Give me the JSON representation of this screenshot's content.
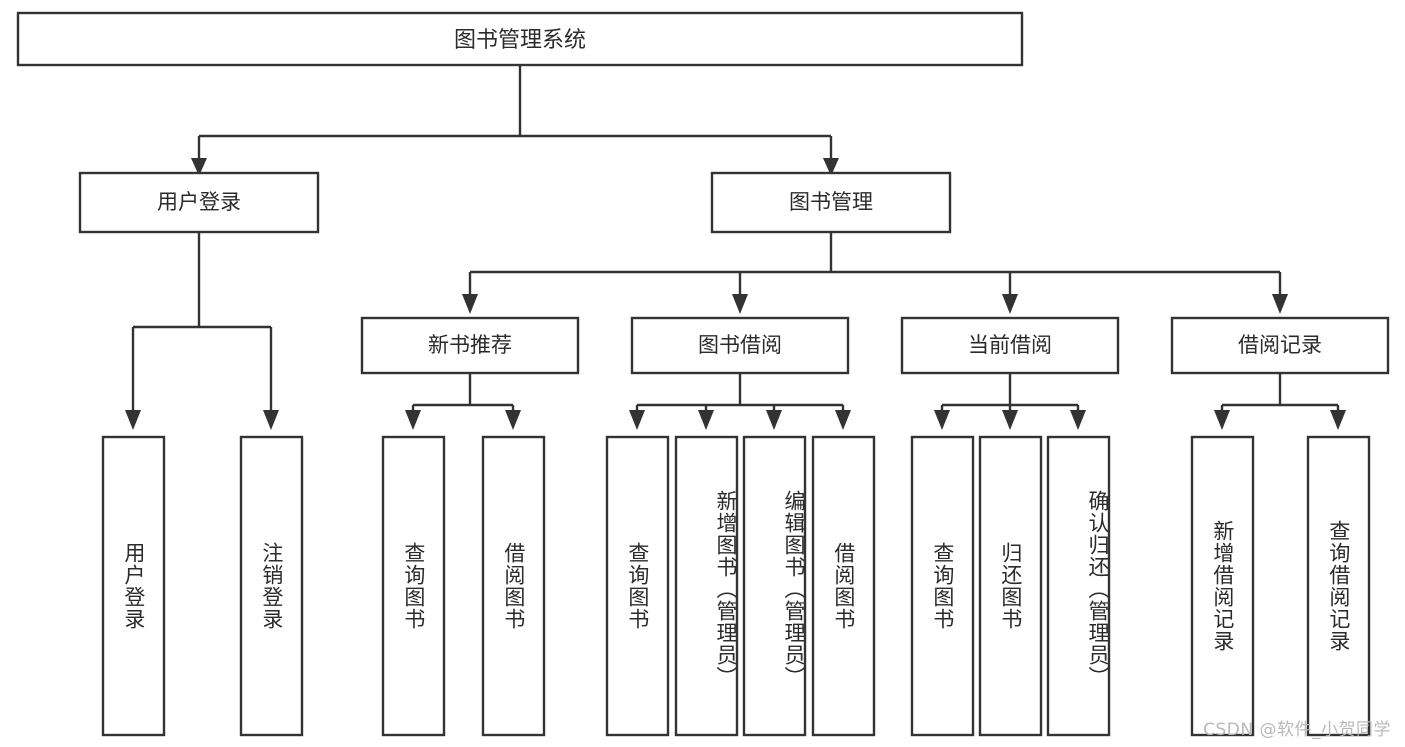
{
  "diagram": {
    "title": "图书管理系统",
    "type": "tree",
    "watermark": "CSDN @软件_小贺同学",
    "colors": {
      "background": "#ffffff",
      "stroke": "#333333",
      "box_fill": "#ffffff",
      "text": "#2b2b2b",
      "watermark": "#b9b9b9"
    },
    "levels": {
      "root": {
        "label": "图书管理系统"
      },
      "level2": [
        {
          "label": "用户登录"
        },
        {
          "label": "图书管理"
        }
      ],
      "level3": [
        {
          "label": "新书推荐"
        },
        {
          "label": "图书借阅"
        },
        {
          "label": "当前借阅"
        },
        {
          "label": "借阅记录"
        }
      ],
      "leaves": [
        {
          "label": "用户登录",
          "parent": "用户登录",
          "align": "centered"
        },
        {
          "label": "注销登录",
          "parent": "用户登录",
          "align": "centered"
        },
        {
          "label": "查询图书",
          "parent": "新书推荐",
          "align": "centered"
        },
        {
          "label": "借阅图书",
          "parent": "新书推荐",
          "align": "centered"
        },
        {
          "label": "查询图书",
          "parent": "图书借阅",
          "align": "centered"
        },
        {
          "label": "新增图书（管理员）",
          "parent": "图书借阅",
          "align": "top"
        },
        {
          "label": "编辑图书（管理员）",
          "parent": "图书借阅",
          "align": "top"
        },
        {
          "label": "借阅图书",
          "parent": "图书借阅",
          "align": "centered"
        },
        {
          "label": "查询图书",
          "parent": "当前借阅",
          "align": "centered"
        },
        {
          "label": "归还图书",
          "parent": "当前借阅",
          "align": "centered"
        },
        {
          "label": "确认归还（管理员）",
          "parent": "当前借阅",
          "align": "top"
        },
        {
          "label": "新增借阅记录",
          "parent": "借阅记录",
          "align": "centered"
        },
        {
          "label": "查询借阅记录",
          "parent": "借阅记录",
          "align": "centered"
        }
      ]
    }
  }
}
